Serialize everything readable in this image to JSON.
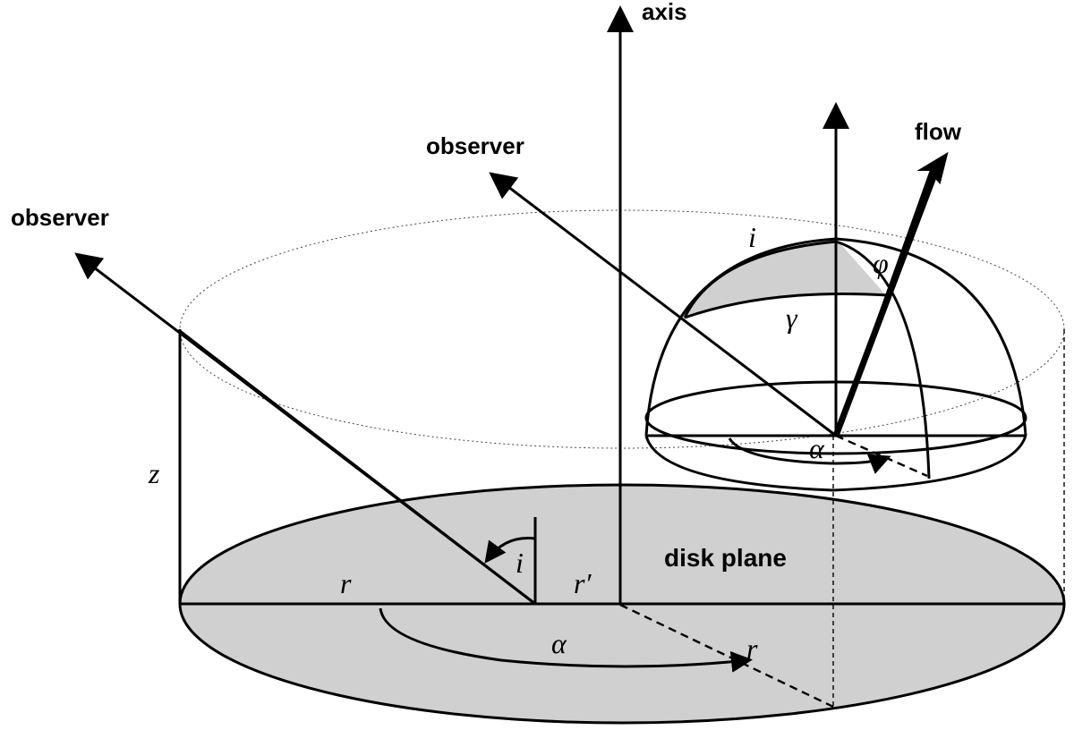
{
  "labels": {
    "axis": "axis",
    "observer_upper": "observer",
    "observer_left": "observer",
    "flow": "flow",
    "disk_plane": "disk plane",
    "z": "z",
    "r_left": "r",
    "r_prime": "r′",
    "r_dashed": "r",
    "alpha_disk": "α",
    "alpha_hemisphere": "α",
    "i_disk": "i",
    "i_hemisphere": "i",
    "phi": "φ",
    "gamma": "γ"
  },
  "colors": {
    "disk_fill": "#d0d0d0",
    "shade_fill": "#d0d0d0",
    "line": "#000000"
  }
}
